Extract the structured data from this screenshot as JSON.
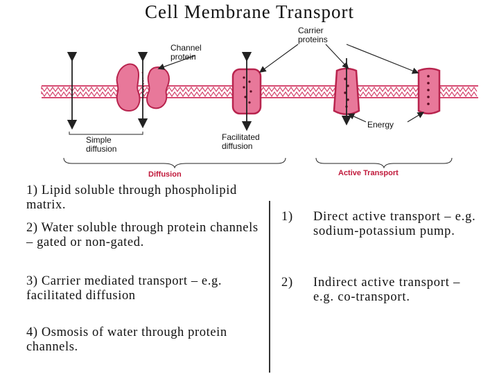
{
  "title": "Cell Membrane Transport",
  "labels": {
    "channel_protein": "Channel protein",
    "carrier_proteins": "Carrier proteins",
    "simple_diffusion": "Simple diffusion",
    "facilitated_diffusion": "Facilitated diffusion",
    "energy": "Energy"
  },
  "sections": {
    "diffusion": "Diffusion",
    "active_transport": "Active Transport"
  },
  "diffusion_items": [
    "1) Lipid soluble through phospholipid matrix.",
    "2) Water soluble through protein channels – gated or non-gated.",
    "3) Carrier mediated transport – e.g. facilitated diffusion",
    "4) Osmosis of water through protein channels."
  ],
  "active_items": [
    {
      "num": "1)",
      "text": "Direct active transport – e.g. sodium-potassium pump."
    },
    {
      "num": "2)",
      "text": "Indirect active transport – e.g. co-transport."
    }
  ],
  "colors": {
    "membrane": "#d64b72",
    "protein_fill": "#e8789a",
    "protein_dark": "#b8244e",
    "section_label": "#c0183a"
  }
}
